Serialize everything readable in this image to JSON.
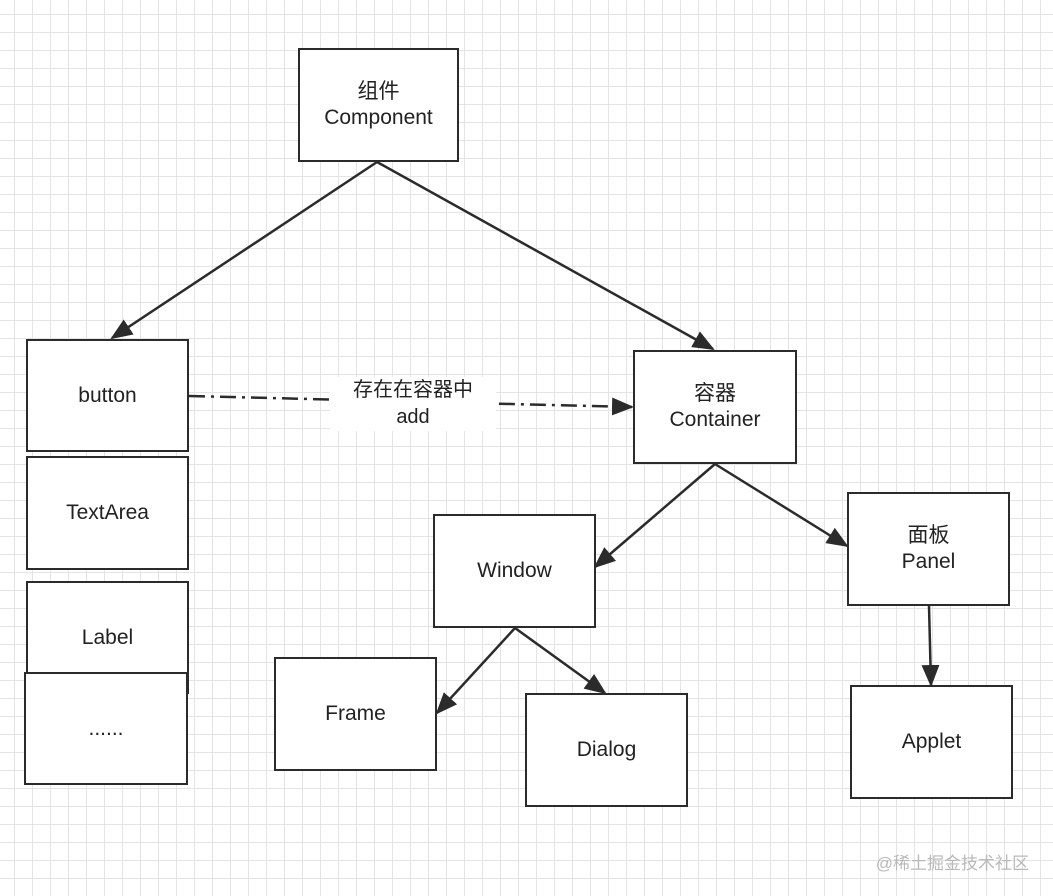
{
  "nodes": {
    "component": {
      "line1": "组件",
      "line2": "Component"
    },
    "button": {
      "label": "button"
    },
    "textarea": {
      "label": "TextArea"
    },
    "label": {
      "label": "Label"
    },
    "more": {
      "label": "......"
    },
    "container": {
      "line1": "容器",
      "line2": "Container"
    },
    "window": {
      "label": "Window"
    },
    "panel": {
      "line1": "面板",
      "line2": "Panel"
    },
    "frame": {
      "label": "Frame"
    },
    "dialog": {
      "label": "Dialog"
    },
    "applet": {
      "label": "Applet"
    }
  },
  "edge_label": {
    "line1": "存在在容器中",
    "line2": "add"
  },
  "watermark": "@稀土掘金技术社区",
  "colors": {
    "line": "#2b2b2b",
    "grid": "#e4e4e4",
    "background": "#ffffff"
  }
}
